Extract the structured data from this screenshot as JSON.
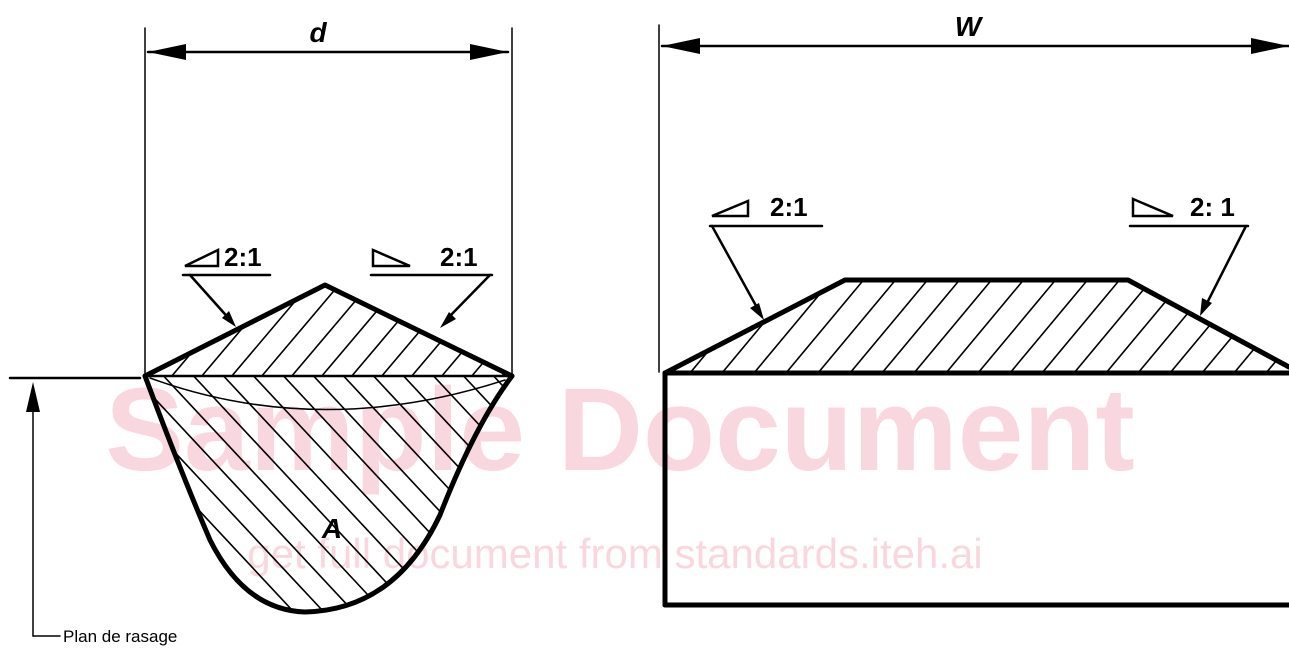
{
  "labels": {
    "d": "d",
    "w": "W",
    "a": "A",
    "plan": "Plan de rasage"
  },
  "slopes": {
    "left_1": "2:1",
    "left_2": "2:1",
    "right_1": "2:1",
    "right_2": "2: 1"
  },
  "watermark": {
    "main": "Sample Document",
    "sub": "get full document from standards.iteh.ai"
  },
  "colors": {
    "ink": "#000000",
    "watermark": "#f5b8c6"
  }
}
